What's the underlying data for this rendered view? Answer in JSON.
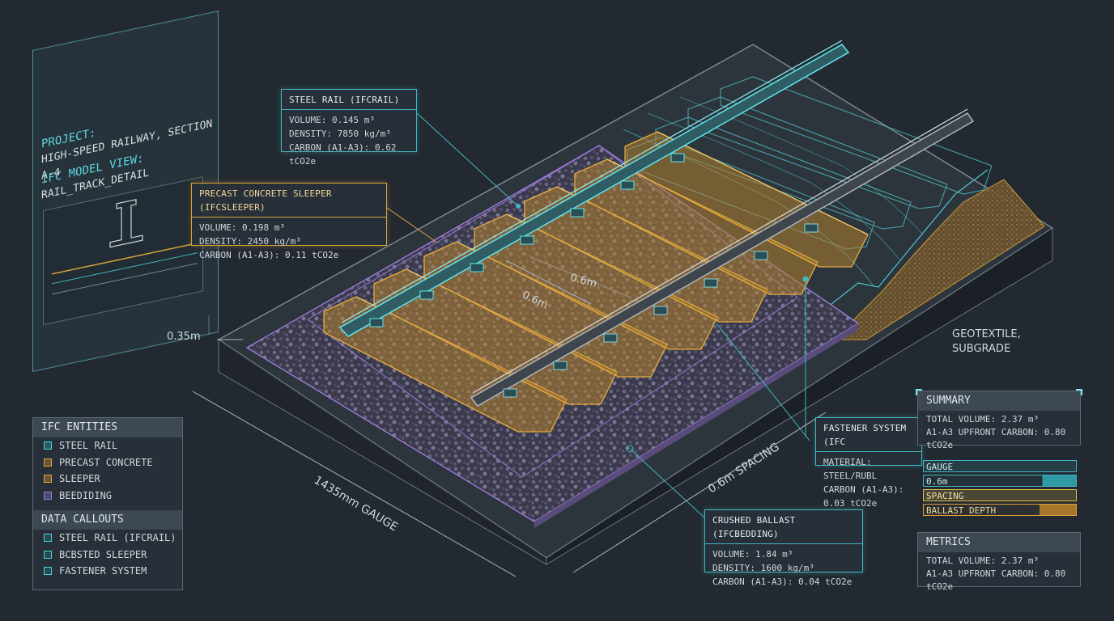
{
  "project_panel": {
    "project_label": "PROJECT:",
    "project_value": "HIGH-SPEED RAILWAY, SECTION A-4",
    "view_label": "IFC MODEL VIEW:",
    "view_value": "RAIL_TRACK_DETAIL"
  },
  "callouts": {
    "steel_rail": {
      "title": "STEEL RAIL (IFCRAIL)",
      "lines": [
        "VOLUME: 0.145 m³",
        "DENSITY: 7850 kg/m³",
        "CARBON (A1-A3): 0.62 tCO2e"
      ]
    },
    "sleeper": {
      "title": "PRECAST CONCRETE SLEEPER (IFCSLEEPER)",
      "lines": [
        "VOLUME: 0.198 m³",
        "DENSITY: 2450 kg/m³",
        "CARBON (A1-A3): 0.11 tCO2e"
      ]
    },
    "fastener": {
      "title": "FASTENER SYSTEM (IFC",
      "lines": [
        "MATERIAL: STEEL/RUBL",
        "CARBON (A1-A3): 0.03 tCO2e"
      ]
    },
    "ballast": {
      "title": "CRUSHED BALLAST (IFCBEDDING)",
      "lines": [
        "VOLUME: 1.84 m³",
        "DENSITY: 1600 kg/m³",
        "CARBON (A1-A3): 0.04 tCO2e"
      ]
    }
  },
  "dimensions": {
    "gauge": "1435mm GAUGE",
    "spacing": "0.6m SPACING",
    "depth": "0.35m",
    "spacing_a": "0.6m",
    "spacing_b": "0.6m"
  },
  "geotextile_label": [
    "GEOTEXTILE,",
    "SUBGRADE"
  ],
  "ifc_entities": {
    "title": "IFC ENTITIES",
    "items": [
      "STEEL RAIL",
      "PRECAST CONCRETE",
      "SLEEPER",
      "BEEDIDING"
    ]
  },
  "data_callouts": {
    "title": "DATA CALLOUTS",
    "items": [
      "STEEL RAIL (IFCRAIL)",
      "BCBSTED SLEEPER",
      "FASTENER SYSTEM"
    ]
  },
  "summary": {
    "title": "SUMMARY",
    "total_volume": "TOTAL VOLUME: 2.37 m³",
    "carbon": "A1-A3 UPFRONT CARBON: 0.80 tCO2e"
  },
  "bars": {
    "gauge": "GAUGE",
    "gauge_value": "0.6m",
    "spacing": "SPACING",
    "ballast_depth": "BALLAST DEPTH"
  },
  "metrics": {
    "title": "METRICS",
    "total_volume": "TOTAL VOLUME: 2.37 m³",
    "carbon": "A1-A3 UPFRONT CARBON: 0.80 tCO2e"
  },
  "colors": {
    "cyan": "#3fd6e0",
    "orange": "#e0a33a",
    "purple": "#9a7ad8",
    "background": "#232931"
  }
}
